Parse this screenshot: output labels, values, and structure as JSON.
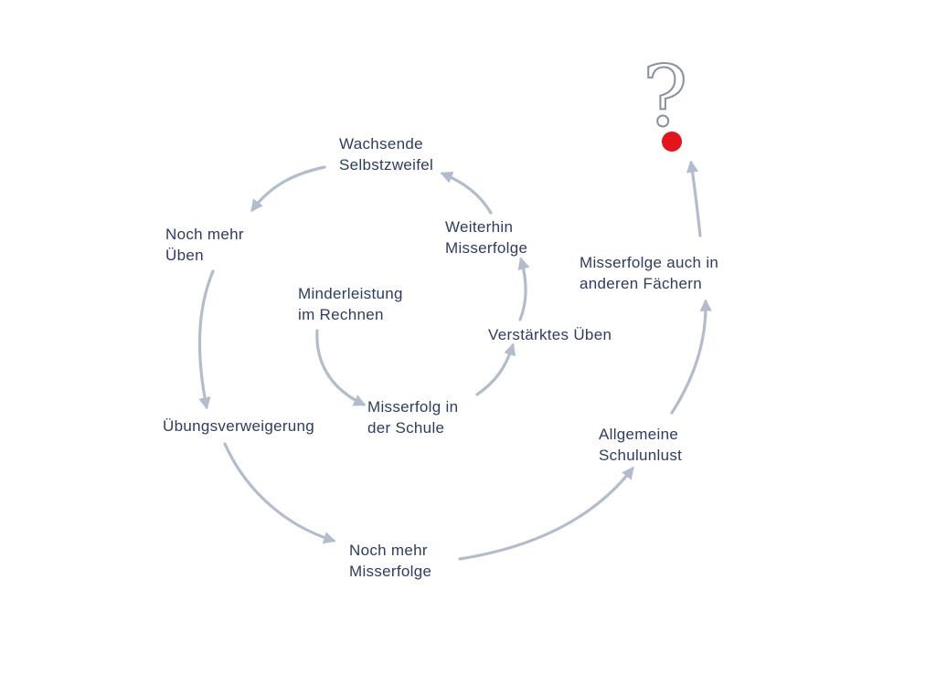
{
  "colors": {
    "text": "#2e3b66",
    "arrow": "#b3bccc",
    "dot": "#e3141b"
  },
  "nodes": {
    "minderleistung": [
      "Minderleistung",
      "im Rechnen"
    ],
    "misserfolg_schule": [
      "Misserfolg in",
      "der Schule"
    ],
    "verstaerktes_ueben": [
      "Verstärktes Üben"
    ],
    "weiterhin_misserfolge": [
      "Weiterhin",
      "Misserfolge"
    ],
    "wachsende_selbstzweifel": [
      "Wachsende",
      "Selbstzweifel"
    ],
    "noch_mehr_ueben": [
      "Noch mehr",
      "Üben"
    ],
    "uebungsverweigerung": [
      "Übungsverweigerung"
    ],
    "noch_mehr_misserfolge": [
      "Noch mehr",
      "Misserfolge"
    ],
    "allgemeine_schulunlust": [
      "Allgemeine",
      "Schulunlust"
    ],
    "misserfolge_andere_faecher": [
      "Misserfolge auch in",
      "anderen Fächern"
    ]
  },
  "end_symbol": {
    "glyph": "?",
    "icon": "question-mark-icon"
  }
}
